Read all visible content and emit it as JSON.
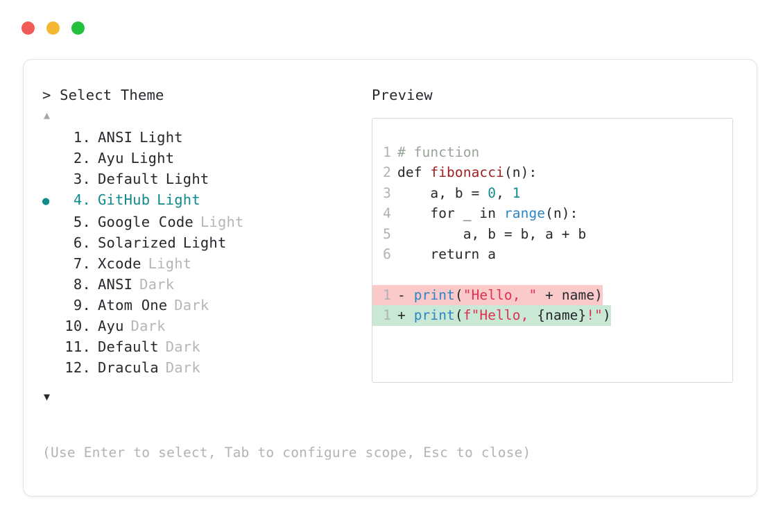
{
  "window": {
    "traffic_lights": [
      {
        "name": "close",
        "color": "#f15b56"
      },
      {
        "name": "minimize",
        "color": "#f4b731"
      },
      {
        "name": "maximize",
        "color": "#25c03e"
      }
    ]
  },
  "left_pane": {
    "prompt_title": "> Select Theme",
    "scroll_up_icon": "▲",
    "scroll_down_icon": "▼",
    "selected_index": 4,
    "selected_bullet": "●",
    "accent_color": "#0f8b8d",
    "items": [
      {
        "index": "1.",
        "name": "ANSI",
        "variant": "Light",
        "variant_dim": false,
        "selected": false
      },
      {
        "index": "2.",
        "name": "Ayu",
        "variant": "Light",
        "variant_dim": false,
        "selected": false
      },
      {
        "index": "3.",
        "name": "Default",
        "variant": "Light",
        "variant_dim": false,
        "selected": false
      },
      {
        "index": "4.",
        "name": "GitHub",
        "variant": "Light",
        "variant_dim": false,
        "selected": true
      },
      {
        "index": "5.",
        "name": "Google Code",
        "variant": "Light",
        "variant_dim": true,
        "selected": false
      },
      {
        "index": "6.",
        "name": "Solarized",
        "variant": "Light",
        "variant_dim": false,
        "selected": false
      },
      {
        "index": "7.",
        "name": "Xcode",
        "variant": "Light",
        "variant_dim": true,
        "selected": false
      },
      {
        "index": "8.",
        "name": "ANSI",
        "variant": "Dark",
        "variant_dim": true,
        "selected": false
      },
      {
        "index": "9.",
        "name": "Atom One",
        "variant": "Dark",
        "variant_dim": true,
        "selected": false
      },
      {
        "index": "10.",
        "name": "Ayu",
        "variant": "Dark",
        "variant_dim": true,
        "selected": false
      },
      {
        "index": "11.",
        "name": "Default",
        "variant": "Dark",
        "variant_dim": true,
        "selected": false
      },
      {
        "index": "12.",
        "name": "Dracula",
        "variant": "Dark",
        "variant_dim": true,
        "selected": false
      }
    ]
  },
  "right_pane": {
    "preview_label": "Preview",
    "code": {
      "lines": [
        {
          "num": "1",
          "tokens": [
            {
              "t": "# function",
              "c": "comment"
            }
          ]
        },
        {
          "num": "2",
          "tokens": [
            {
              "t": "def ",
              "c": "kw"
            },
            {
              "t": "fibonacci",
              "c": "fn"
            },
            {
              "t": "(n):",
              "c": "plain"
            }
          ]
        },
        {
          "num": "3",
          "tokens": [
            {
              "t": "    a, b = ",
              "c": "plain"
            },
            {
              "t": "0",
              "c": "num"
            },
            {
              "t": ", ",
              "c": "plain"
            },
            {
              "t": "1",
              "c": "num"
            }
          ]
        },
        {
          "num": "4",
          "tokens": [
            {
              "t": "    for _ in ",
              "c": "plain"
            },
            {
              "t": "range",
              "c": "builtin"
            },
            {
              "t": "(n):",
              "c": "plain"
            }
          ]
        },
        {
          "num": "5",
          "tokens": [
            {
              "t": "        a, b = b, a + b",
              "c": "plain"
            }
          ]
        },
        {
          "num": "6",
          "tokens": [
            {
              "t": "    return a",
              "c": "plain"
            }
          ]
        }
      ],
      "diff": [
        {
          "num": "1",
          "sign": "-",
          "kind": "minus",
          "bg": "#fac9ca",
          "tokens": [
            {
              "t": "print",
              "c": "builtin"
            },
            {
              "t": "(",
              "c": "plain"
            },
            {
              "t": "\"Hello, \"",
              "c": "str"
            },
            {
              "t": " + name)",
              "c": "plain"
            }
          ]
        },
        {
          "num": "1",
          "sign": "+",
          "kind": "plus",
          "bg": "#c9e8d6",
          "tokens": [
            {
              "t": "print",
              "c": "builtin"
            },
            {
              "t": "(",
              "c": "plain"
            },
            {
              "t": "f\"Hello, ",
              "c": "str"
            },
            {
              "t": "{name}",
              "c": "plain"
            },
            {
              "t": "!\"",
              "c": "str"
            },
            {
              "t": ")",
              "c": "plain"
            }
          ]
        }
      ]
    }
  },
  "footer": {
    "hint": "(Use Enter to select, Tab to configure scope, Esc to close)"
  }
}
